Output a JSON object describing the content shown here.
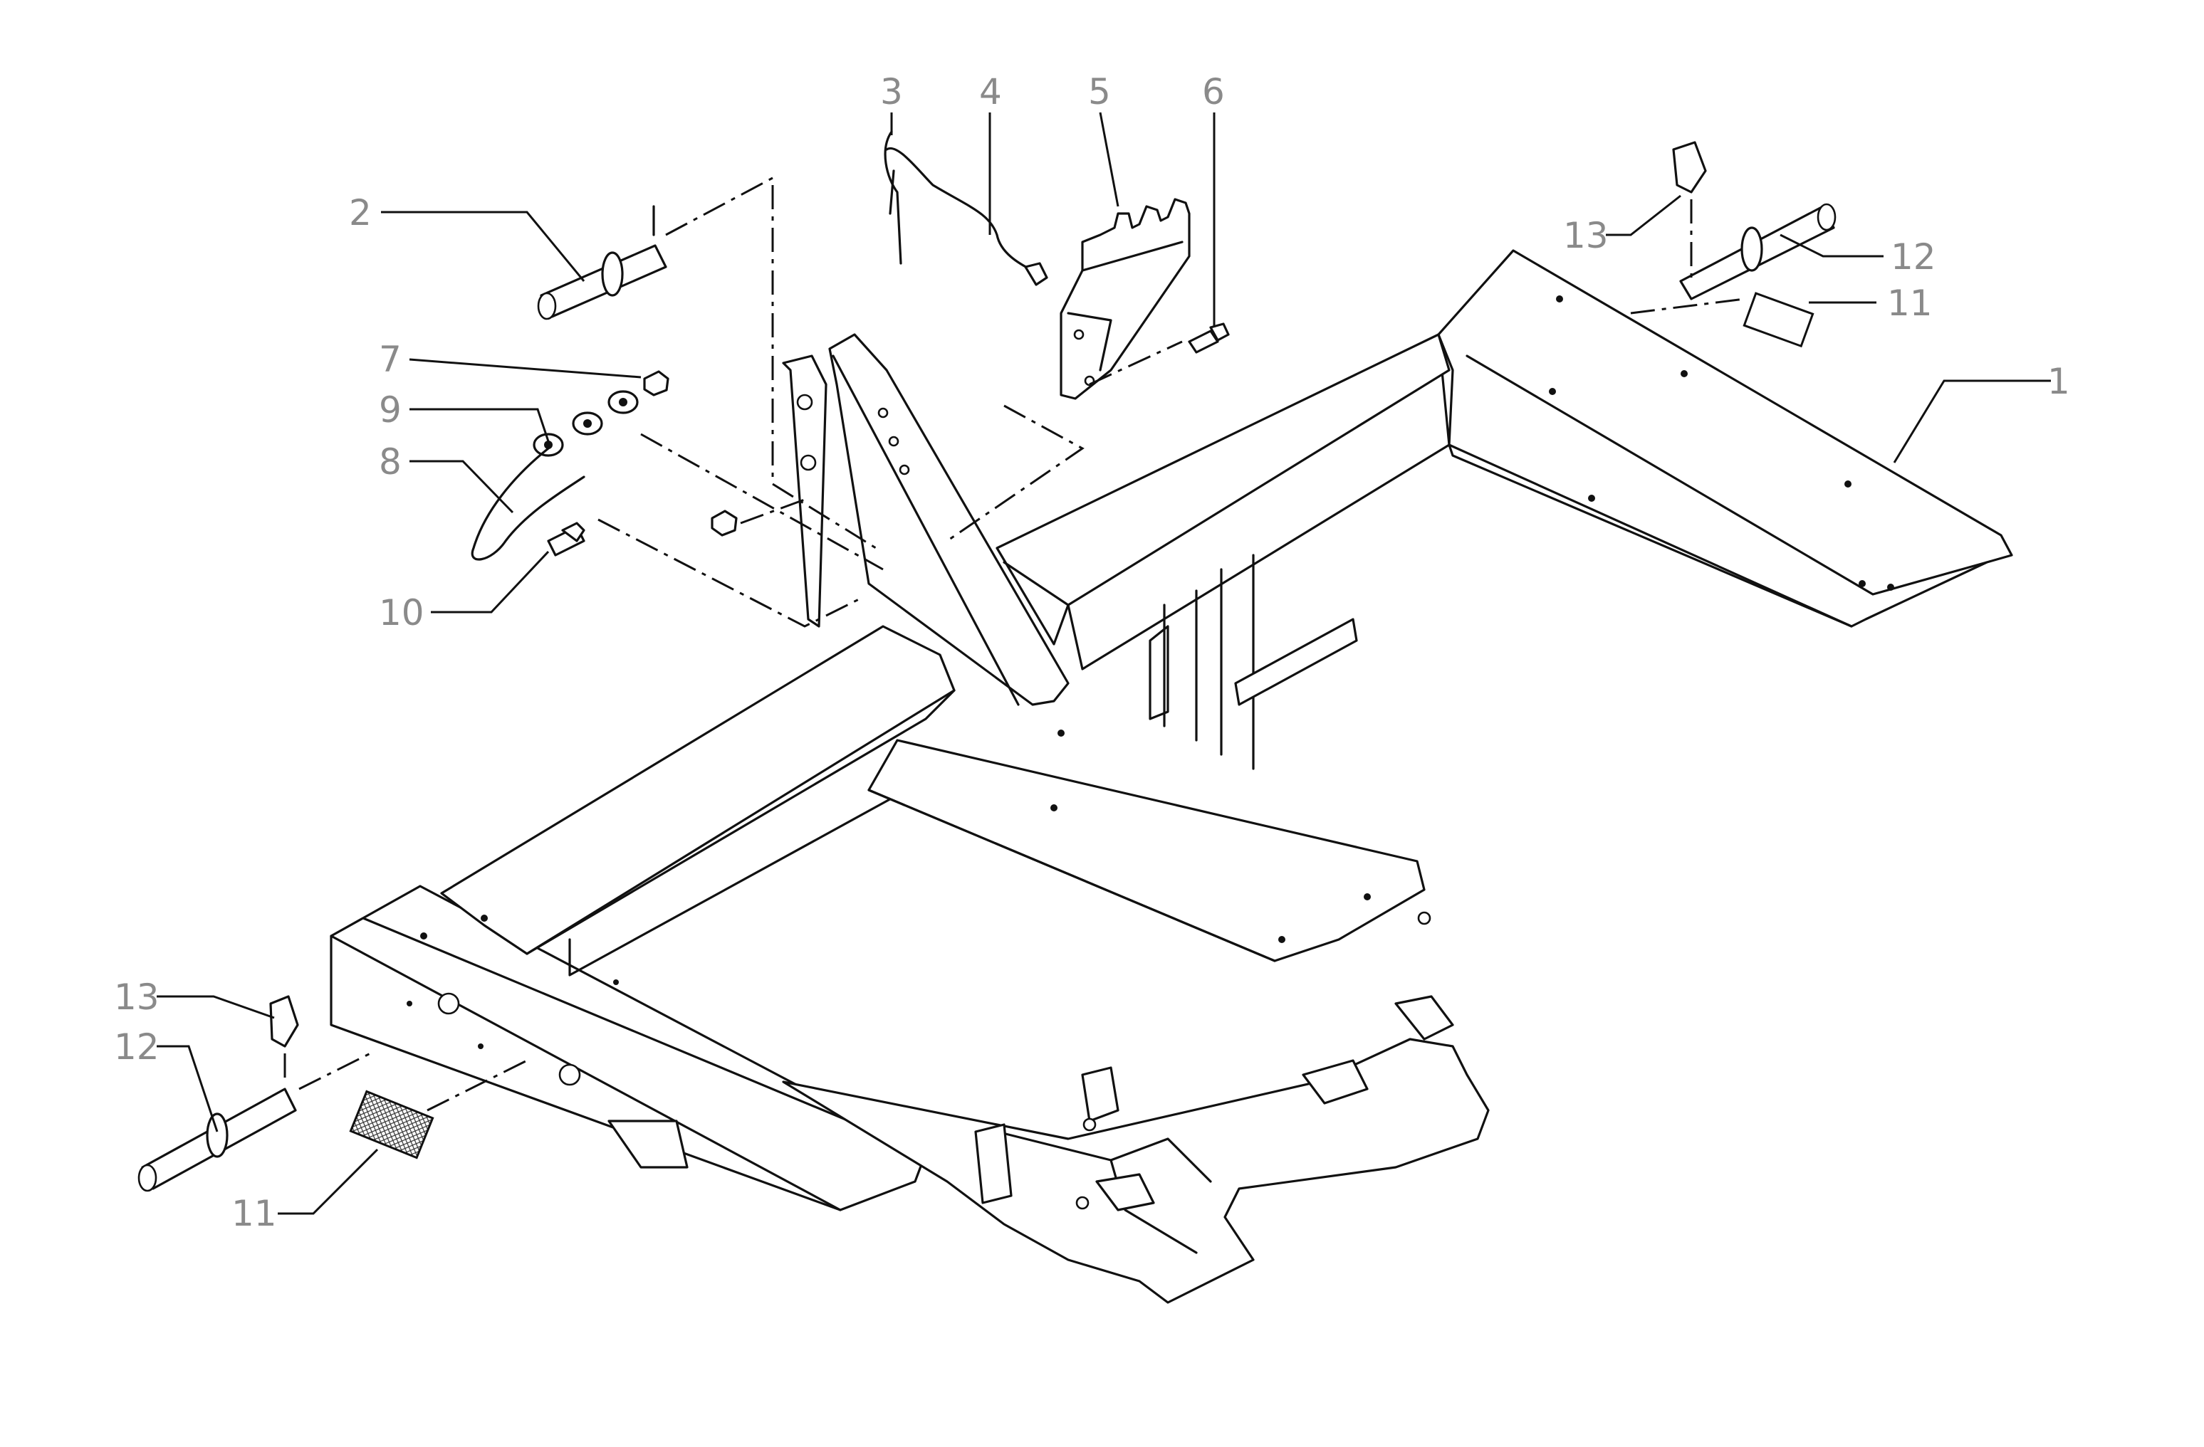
{
  "callouts": {
    "c1": "1",
    "c2": "2",
    "c3": "3",
    "c4": "4",
    "c5": "5",
    "c6": "6",
    "c7": "7",
    "c8": "8",
    "c9": "9",
    "c10": "10",
    "c11_right": "11",
    "c11_left": "11",
    "c12_right": "12",
    "c12_left": "12",
    "c13_right": "13",
    "c13_left": "13"
  }
}
